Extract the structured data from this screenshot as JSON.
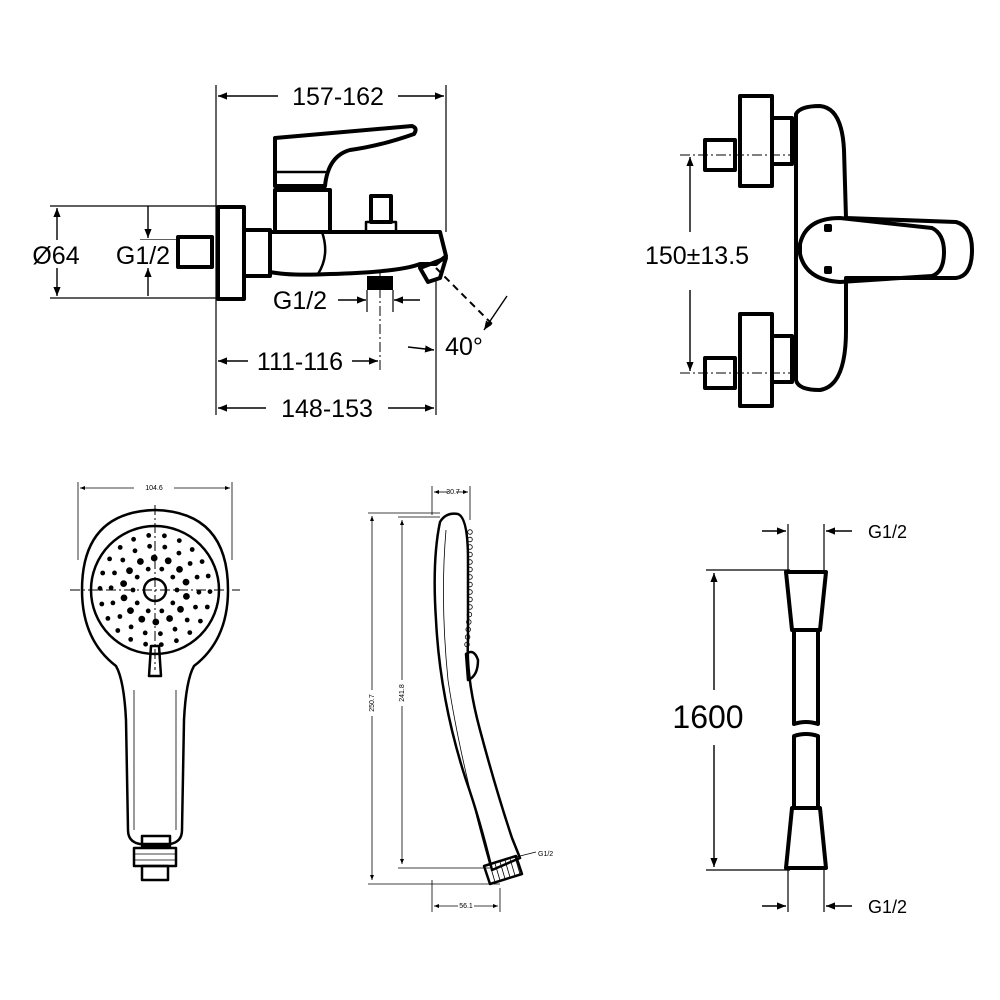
{
  "faucet_side": {
    "overall_length": "157-162",
    "diameter": "Ø64",
    "inlet_thread": "G1/2",
    "outlet_thread": "G1/2",
    "outlet_offset": "111-116",
    "spout_length": "148-153",
    "spout_angle": "40°"
  },
  "faucet_top": {
    "center_distance": "150±13.5"
  },
  "hand_shower_front": {
    "width": "104.6"
  },
  "hand_shower_side": {
    "depth": "30.7",
    "height_total": "250.7",
    "height_body": "241.8",
    "thread": "G1/2",
    "base_width": "56.1"
  },
  "hose": {
    "top_thread": "G1/2",
    "length": "1600",
    "bottom_thread": "G1/2"
  }
}
